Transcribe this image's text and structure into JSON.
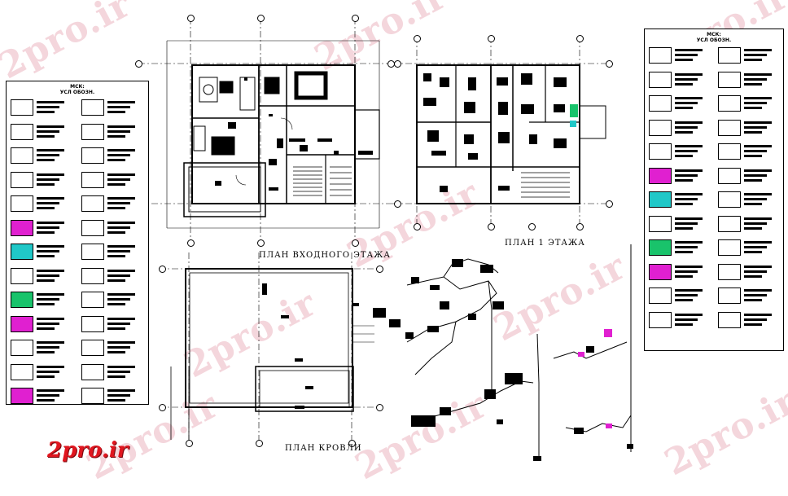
{
  "watermark": {
    "text": "2pro.ir"
  },
  "logo": {
    "text": "2pro.ir"
  },
  "legend_left": {
    "title_line1": "МСК:",
    "title_line2": "УСЛ ОБОЗН.",
    "rows": 13
  },
  "legend_right": {
    "title_line1": "МСК:",
    "title_line2": "УСЛ ОБОЗН.",
    "rows": 12
  },
  "plans": {
    "ground_floor": {
      "title": "ПЛАН ВХОДНОГО ЭТАЖА"
    },
    "first_floor": {
      "title": "ПЛАН 1 ЭТАЖА"
    },
    "roof": {
      "title": "ПЛАН КРОВЛИ"
    }
  },
  "colors": {
    "line": "#000000",
    "accent_green": "#19c36b",
    "accent_magenta": "#e020d0",
    "accent_cyan": "#20c8c8",
    "watermark": "#f4d6dc",
    "logo": "#e0161f"
  }
}
